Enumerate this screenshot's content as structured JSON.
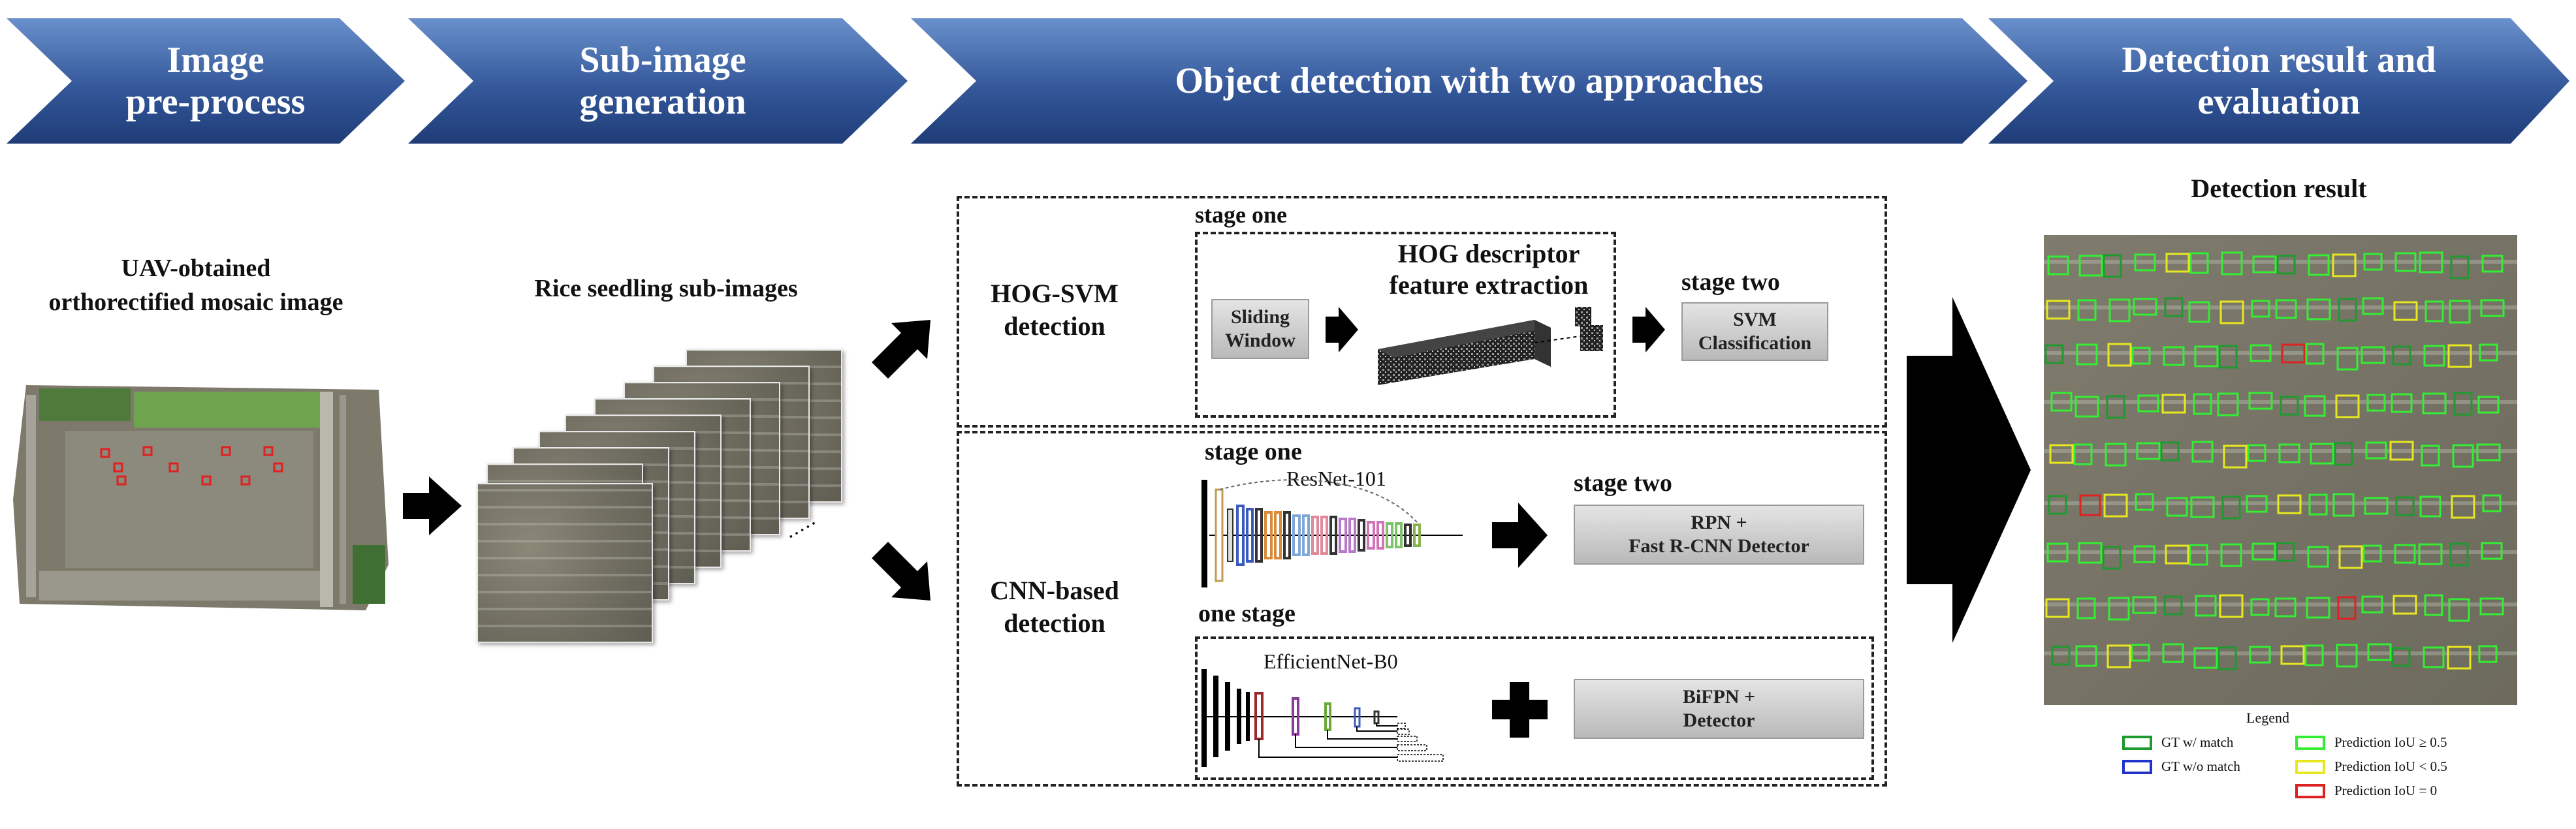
{
  "banner": {
    "steps": [
      "Image\npre-process",
      "Sub-image\ngeneration",
      "Object detection with two approaches",
      "Detection result and\nevaluation"
    ]
  },
  "left": {
    "mosaic_title": "UAV-obtained\northorectified mosaic image",
    "subimages_title": "Rice seedling sub-images",
    "ellipsis": "....."
  },
  "hog_svm": {
    "label": "HOG-SVM\ndetection",
    "stage_one": "stage one",
    "sliding_window": "Sliding\nWindow",
    "hog_title": "HOG descriptor\nfeature extraction",
    "stage_two": "stage two",
    "svm": "SVM\nClassification"
  },
  "cnn": {
    "label": "CNN-based\ndetection",
    "stage_one": "stage one",
    "resnet": "ResNet-101",
    "stage_two": "stage two",
    "rpn": "RPN +\nFast R-CNN Detector",
    "one_stage": "one stage",
    "efficientnet": "EfficientNet-B0",
    "bifpn": "BiFPN +\nDetector"
  },
  "result": {
    "title": "Detection result",
    "legend_title": "Legend",
    "legend": [
      {
        "label": "GT w/ match",
        "color": "#1f9a2e"
      },
      {
        "label": "GT w/o match",
        "color": "#2233cc"
      },
      {
        "label": "Prediction IoU ≥ 0.5",
        "color": "#33ee33"
      },
      {
        "label": "Prediction IoU < 0.5",
        "color": "#e8e820"
      },
      {
        "label": "Prediction IoU = 0",
        "color": "#dd2222"
      }
    ]
  },
  "colors": {
    "banner_dark": "#1f3c78",
    "banner_light": "#5d86c6",
    "arrow": "#000000"
  }
}
